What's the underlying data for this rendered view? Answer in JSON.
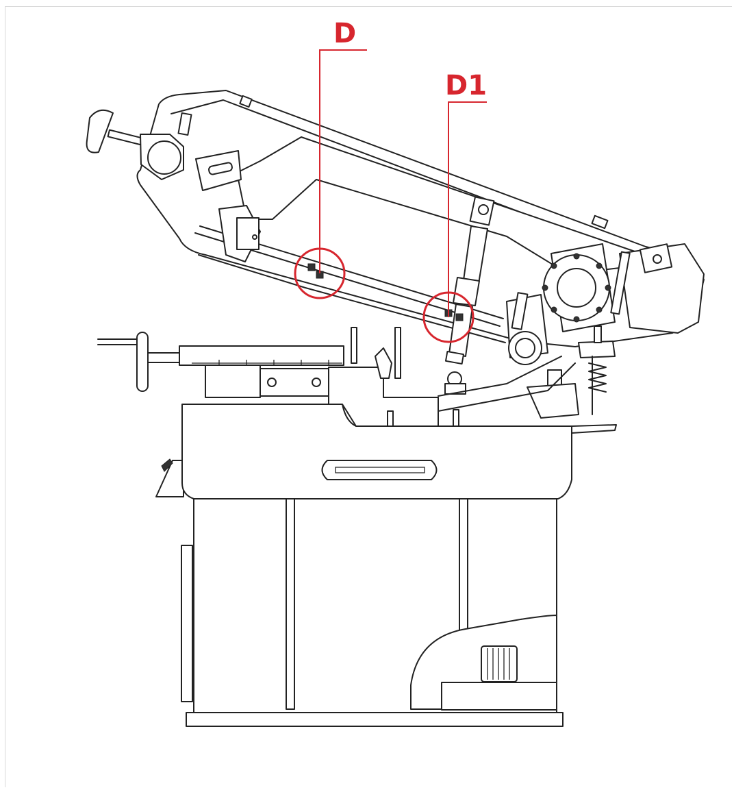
{
  "diagram": {
    "callouts": [
      {
        "id": "D",
        "label": "D"
      },
      {
        "id": "D1",
        "label": "D1"
      }
    ]
  },
  "colors": {
    "accent": "#d7262e",
    "line": "#222222",
    "background": "#ffffff"
  }
}
